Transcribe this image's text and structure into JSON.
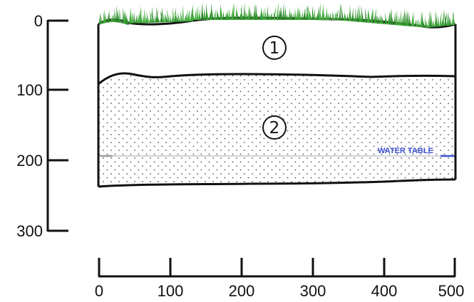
{
  "diagram": {
    "depth_axis": {
      "ticks": [
        "0",
        "100",
        "200",
        "300"
      ]
    },
    "distance_axis": {
      "ticks": [
        "0",
        "100",
        "200",
        "300",
        "400",
        "500"
      ]
    },
    "layers": [
      {
        "label": "1",
        "description_mark": "circled number one"
      },
      {
        "label": "2",
        "description_mark": "circled number two"
      }
    ],
    "water_table": {
      "label": "WATER TABLE",
      "color": "#3a4fd1"
    },
    "colors": {
      "grass": "#3faa3a",
      "outline": "#111111",
      "stipple": "#555555"
    }
  }
}
